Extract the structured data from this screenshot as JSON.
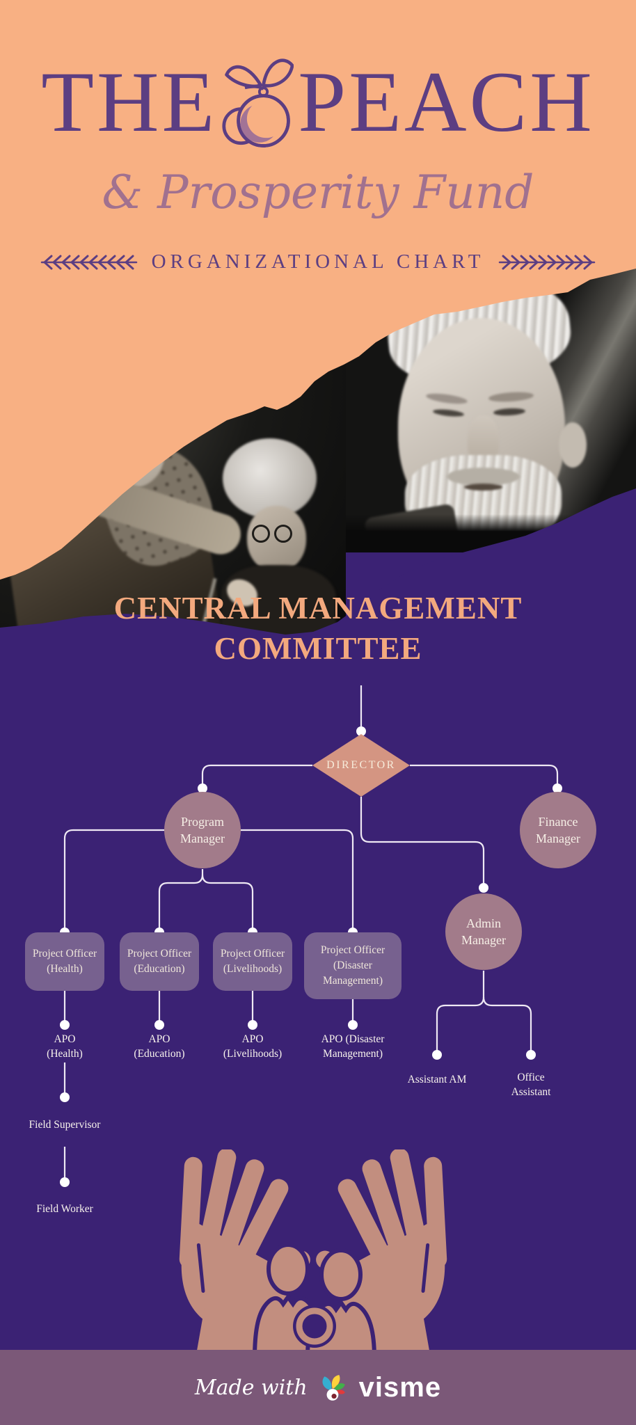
{
  "header": {
    "brand_the": "THE",
    "brand_peach": "PEACH",
    "brand_sub": "& Prosperity Fund",
    "kicker": "ORGANIZATIONAL CHART"
  },
  "section": {
    "title_line1": "CENTRAL MANAGEMENT",
    "title_line2": "COMMITTEE"
  },
  "org": {
    "director": "DIRECTOR",
    "program_manager": "Program\nManager",
    "finance_manager": "Finance\nManager",
    "admin_manager": "Admin\nManager",
    "po_health": "Project Officer\n(Health)",
    "po_education": "Project Officer\n(Education)",
    "po_livelihoods": "Project Officer\n(Livelihoods)",
    "po_disaster": "Project Officer\n(Disaster\nManagement)",
    "apo_health": "APO\n(Health)",
    "apo_education": "APO\n(Education)",
    "apo_livelihoods": "APO\n(Livelihoods)",
    "apo_disaster": "APO (Disaster\nManagement)",
    "field_supervisor": "Field Supervisor",
    "field_worker": "Field Worker",
    "assistant_am": "Assistant AM",
    "office_assistant": "Office\nAssistant"
  },
  "footer": {
    "made_with": "Made with",
    "brand": "visme"
  },
  "colors": {
    "peach_bg": "#F8B083",
    "purple_bg": "#3B2274",
    "brand_purple": "#5C3E82",
    "script_mauve": "#A1718F",
    "title_peach": "#F3A97E",
    "diamond_fill": "#D49582",
    "circle_fill": "#A27B8A",
    "box_fill": "#77618F",
    "connector_line": "#EFE9F4",
    "connector_dot": "#FFFFFF",
    "hands_rose": "#C28E7F",
    "footer_bar": "#7B5878"
  }
}
